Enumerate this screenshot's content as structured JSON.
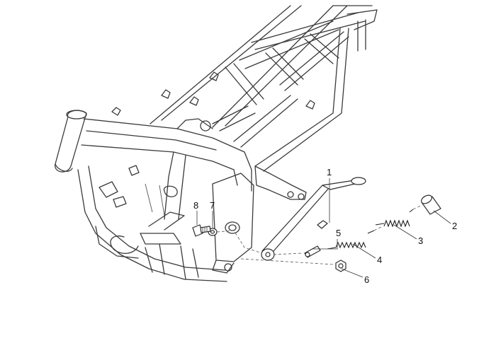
{
  "diagram": {
    "type": "exploded-parts-view",
    "line_color": "#3a3a3a",
    "background": "#ffffff",
    "callouts": {
      "c1": "1",
      "c2": "2",
      "c3": "3",
      "c4": "4",
      "c5": "5",
      "c6": "6",
      "c7": "7",
      "c8": "8"
    }
  }
}
